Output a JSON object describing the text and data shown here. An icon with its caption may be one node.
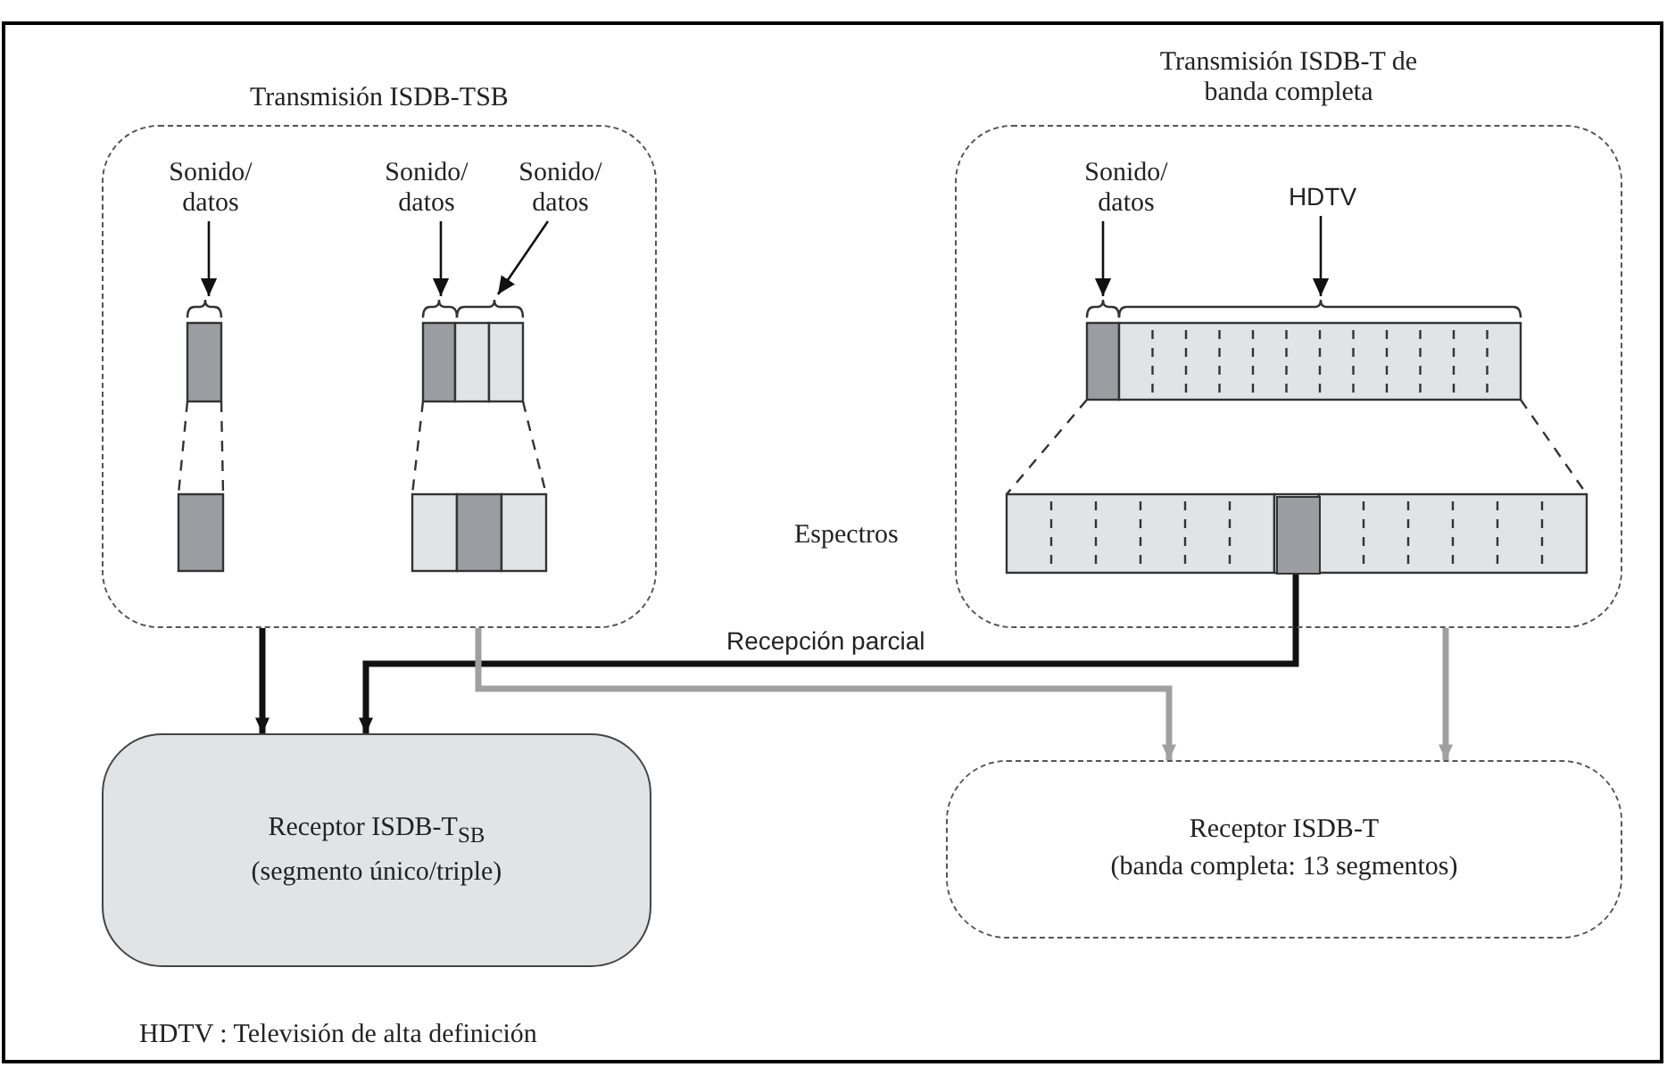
{
  "diagram": {
    "nodes": [
      {
        "text": [
          "Transmisión ISDB-TSB"
        ]
      },
      {
        "text": [
          "Sonido/ datos"
        ],
        "in": 0
      },
      {
        "text": [
          "Sonido/ datos"
        ],
        "in": 0
      },
      {
        "text": [
          "Sonido/ datos"
        ],
        "in": 0
      },
      {
        "text": [
          "Transmisión ISDB-T de banda completa"
        ]
      },
      {
        "text": [
          "Sonido/ datos"
        ],
        "in": 4
      },
      {
        "text": [
          "HDTV"
        ],
        "in": 4
      },
      {
        "text": [],
        "shape": "bar",
        "in": 4
      },
      {
        "text": [
          "Receptor ISDB-T$_{SB}$",
          "(segmento único/triple)"
        ]
      },
      {
        "text": [
          "Receptor ISDB-T",
          "(banda completa: 13 segmentos)"
        ]
      }
    ],
    "edges": [
      {
        "from": 1,
        "to": null,
        "arrow": "to"
      },
      {
        "from": 2,
        "to": null,
        "arrow": "to"
      },
      {
        "from": 3,
        "to": null,
        "arrow": "to"
      },
      {
        "from": 5,
        "to": null,
        "arrow": "to"
      },
      {
        "from": 6,
        "to": null,
        "arrow": "to"
      },
      {
        "from": 0,
        "to": 8,
        "arrow": "to",
        "style": "thick"
      },
      {
        "from": 7,
        "to": 8,
        "arrow": "to",
        "style": "thick",
        "label": "Recepción parcial"
      },
      {
        "from": 0,
        "to": 9,
        "arrow": "to",
        "style": "thick",
        "color": "#a0a0a0"
      },
      {
        "from": 4,
        "to": 9,
        "arrow": "to",
        "style": "thick",
        "color": "#a0a0a0"
      }
    ],
    "labels": [
      "Espectros",
      "HDTV : Televisión de alta definición"
    ]
  }
}
